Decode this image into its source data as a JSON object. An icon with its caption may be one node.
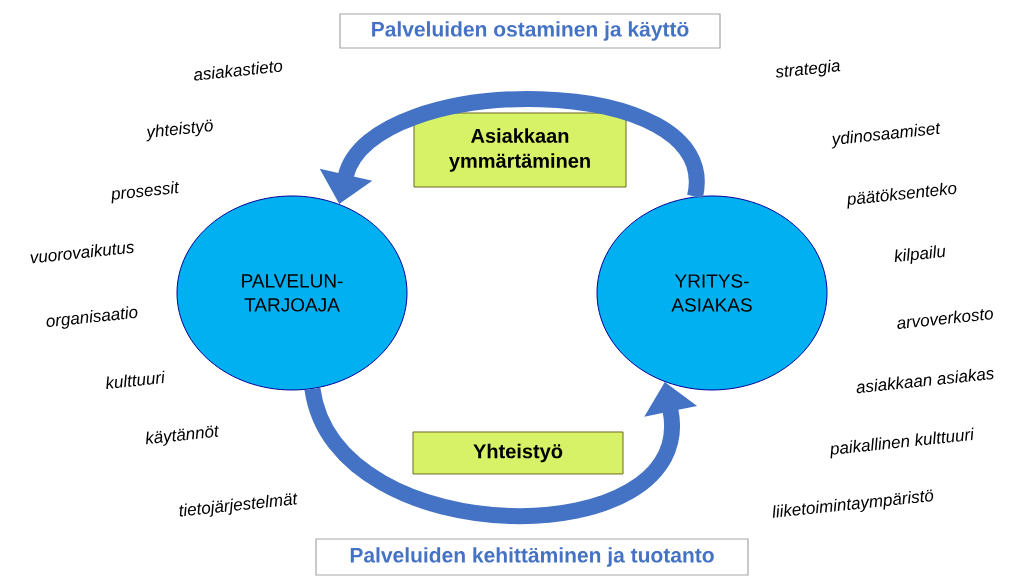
{
  "diagram": {
    "nodes": [
      {
        "text": [
          "Palveluiden ostaminen ja käyttö"
        ]
      },
      {
        "text": [
          "Asiakkaan ymmärtäminen"
        ]
      },
      {
        "text": [
          "PALVELUN- TARJOAJA"
        ]
      },
      {
        "text": [
          "YRITYS- ASIAKAS"
        ]
      },
      {
        "text": [
          "Yhteistyö"
        ]
      },
      {
        "text": [
          "Palveluiden kehittäminen ja tuotanto"
        ]
      }
    ],
    "edges": [
      {
        "from": 3,
        "to": 2,
        "arrow": "to"
      },
      {
        "from": 2,
        "to": 3,
        "arrow": "to"
      }
    ],
    "labels": [
      "asiakastieto",
      "yhteistyö",
      "prosessit",
      "vuorovaikutus",
      "organisaatio",
      "kulttuuri",
      "käytännöt",
      "tietojärjestelmät",
      "strategia",
      "ydinosaamiset",
      "päätöksenteko",
      "kilpailu",
      "arvoverkosto",
      "asiakkaan asiakas",
      "paikallinen kulttuuri",
      "liiketoimintaympäristö"
    ]
  }
}
